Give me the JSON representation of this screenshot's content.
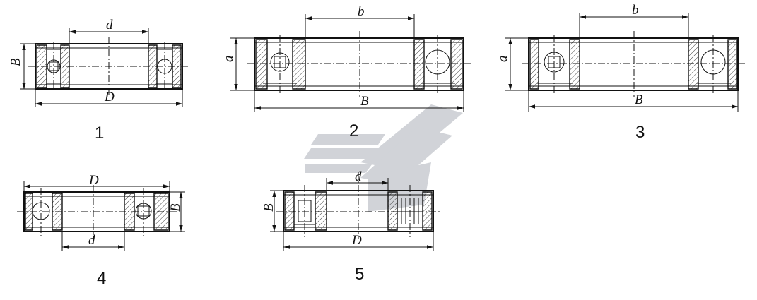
{
  "figures": [
    {
      "number": "1",
      "label_top": "d",
      "label_side": "B",
      "label_bottom": "D"
    },
    {
      "number": "2",
      "label_top": "b",
      "label_side": "a",
      "label_bottom": "B"
    },
    {
      "number": "3",
      "label_top": "b",
      "label_side": "a",
      "label_bottom": "B"
    },
    {
      "number": "4",
      "label_top": "D",
      "label_side": "B",
      "label_bottom": "d"
    },
    {
      "number": "5",
      "label_top": "d",
      "label_side": "B",
      "label_bottom": "D"
    }
  ],
  "watermark": {
    "color": "#9aa0aa"
  }
}
